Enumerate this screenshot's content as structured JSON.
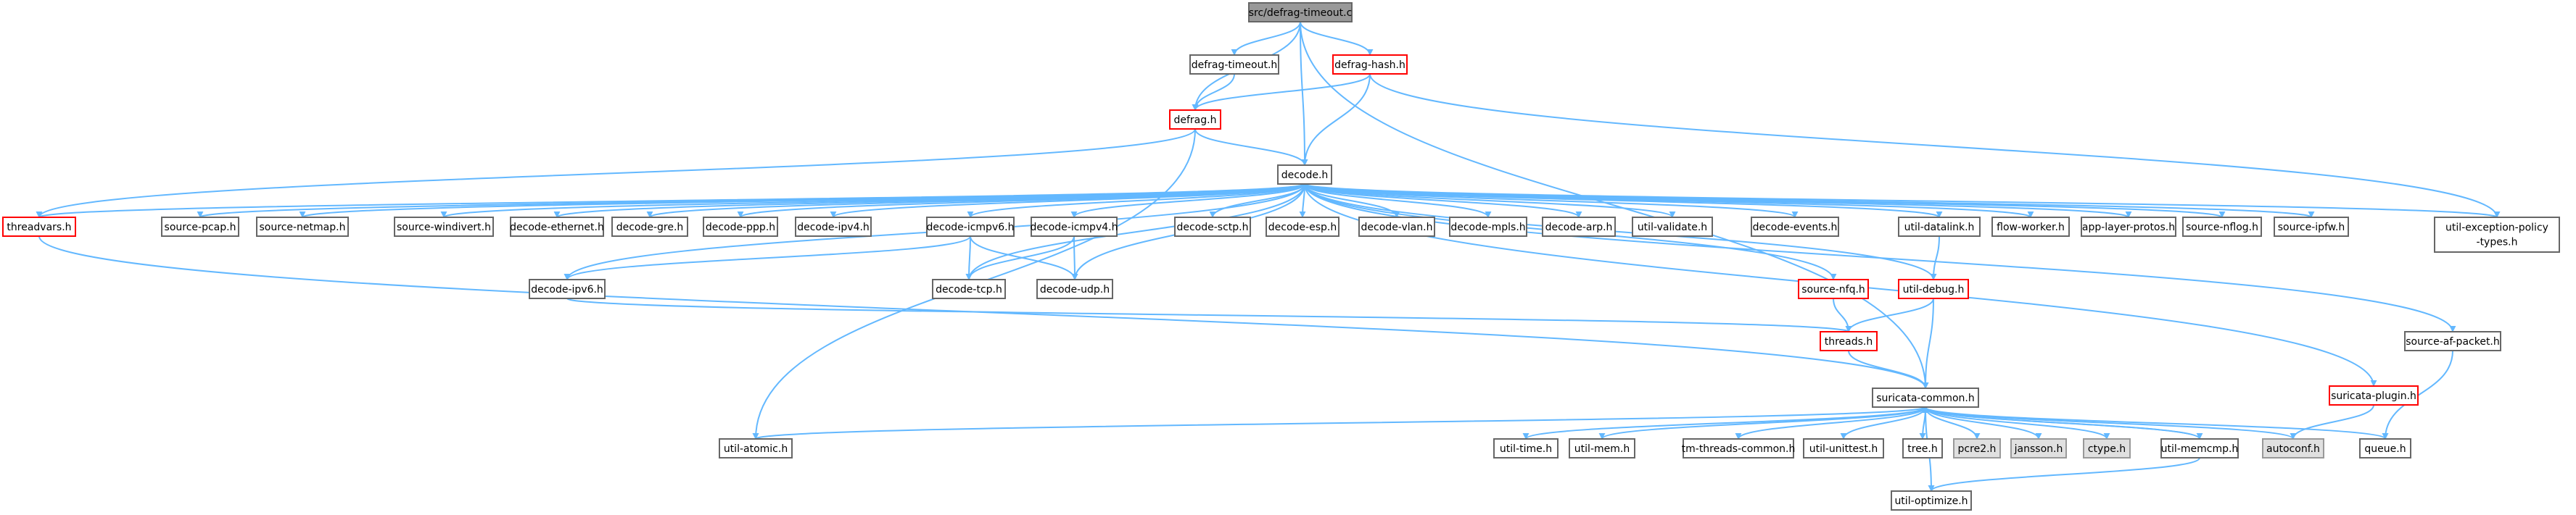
{
  "colors": {
    "edge": "#63b8ff",
    "node_border": "#666666",
    "node_fill": "#ffffff",
    "focus_fill": "#999999",
    "focus_border": "#666666",
    "missing_border": "#ff0000",
    "system_fill": "#e0e0e0",
    "system_border": "#999999"
  },
  "nodes": [
    {
      "id": "defrag-timeout-c",
      "label": "src/defrag-timeout.c",
      "kind": "focus"
    },
    {
      "id": "defrag-timeout-h",
      "label": "defrag-timeout.h",
      "kind": "normal"
    },
    {
      "id": "defrag-hash-h",
      "label": "defrag-hash.h",
      "kind": "missing"
    },
    {
      "id": "defrag-h",
      "label": "defrag.h",
      "kind": "missing"
    },
    {
      "id": "decode-h",
      "label": "decode.h",
      "kind": "normal"
    },
    {
      "id": "threadvars-h",
      "label": "threadvars.h",
      "kind": "missing"
    },
    {
      "id": "source-pcap-h",
      "label": "source-pcap.h",
      "kind": "normal"
    },
    {
      "id": "source-netmap-h",
      "label": "source-netmap.h",
      "kind": "normal"
    },
    {
      "id": "source-windivert-h",
      "label": "source-windivert.h",
      "kind": "normal"
    },
    {
      "id": "decode-ethernet-h",
      "label": "decode-ethernet.h",
      "kind": "normal"
    },
    {
      "id": "decode-gre-h",
      "label": "decode-gre.h",
      "kind": "normal"
    },
    {
      "id": "decode-ppp-h",
      "label": "decode-ppp.h",
      "kind": "normal"
    },
    {
      "id": "decode-ipv4-h",
      "label": "decode-ipv4.h",
      "kind": "normal"
    },
    {
      "id": "decode-icmpv6-h",
      "label": "decode-icmpv6.h",
      "kind": "normal"
    },
    {
      "id": "decode-icmpv4-h",
      "label": "decode-icmpv4.h",
      "kind": "normal"
    },
    {
      "id": "decode-sctp-h",
      "label": "decode-sctp.h",
      "kind": "normal"
    },
    {
      "id": "decode-esp-h",
      "label": "decode-esp.h",
      "kind": "normal"
    },
    {
      "id": "decode-vlan-h",
      "label": "decode-vlan.h",
      "kind": "normal"
    },
    {
      "id": "decode-mpls-h",
      "label": "decode-mpls.h",
      "kind": "normal"
    },
    {
      "id": "decode-arp-h",
      "label": "decode-arp.h",
      "kind": "normal"
    },
    {
      "id": "util-validate-h",
      "label": "util-validate.h",
      "kind": "normal"
    },
    {
      "id": "decode-events-h",
      "label": "decode-events.h",
      "kind": "normal"
    },
    {
      "id": "util-datalink-h",
      "label": "util-datalink.h",
      "kind": "normal"
    },
    {
      "id": "flow-worker-h",
      "label": "flow-worker.h",
      "kind": "normal"
    },
    {
      "id": "app-layer-protos-h",
      "label": "app-layer-protos.h",
      "kind": "normal"
    },
    {
      "id": "source-nflog-h",
      "label": "source-nflog.h",
      "kind": "normal"
    },
    {
      "id": "source-ipfw-h",
      "label": "source-ipfw.h",
      "kind": "normal"
    },
    {
      "id": "util-exception-policy-types-h",
      "label": "util-exception-policy",
      "label2": "-types.h",
      "kind": "normal"
    },
    {
      "id": "decode-ipv6-h",
      "label": "decode-ipv6.h",
      "kind": "normal"
    },
    {
      "id": "decode-tcp-h",
      "label": "decode-tcp.h",
      "kind": "normal"
    },
    {
      "id": "decode-udp-h",
      "label": "decode-udp.h",
      "kind": "normal"
    },
    {
      "id": "source-nfq-h",
      "label": "source-nfq.h",
      "kind": "missing"
    },
    {
      "id": "util-debug-h",
      "label": "util-debug.h",
      "kind": "missing"
    },
    {
      "id": "threads-h",
      "label": "threads.h",
      "kind": "missing"
    },
    {
      "id": "source-af-packet-h",
      "label": "source-af-packet.h",
      "kind": "normal"
    },
    {
      "id": "suricata-common-h",
      "label": "suricata-common.h",
      "kind": "normal"
    },
    {
      "id": "suricata-plugin-h",
      "label": "suricata-plugin.h",
      "kind": "missing"
    },
    {
      "id": "util-atomic-h",
      "label": "util-atomic.h",
      "kind": "normal"
    },
    {
      "id": "util-time-h",
      "label": "util-time.h",
      "kind": "normal"
    },
    {
      "id": "util-mem-h",
      "label": "util-mem.h",
      "kind": "normal"
    },
    {
      "id": "tm-threads-common-h",
      "label": "tm-threads-common.h",
      "kind": "normal"
    },
    {
      "id": "util-unittest-h",
      "label": "util-unittest.h",
      "kind": "normal"
    },
    {
      "id": "tree-h",
      "label": "tree.h",
      "kind": "normal"
    },
    {
      "id": "pcre2-h",
      "label": "pcre2.h",
      "kind": "system"
    },
    {
      "id": "jansson-h",
      "label": "jansson.h",
      "kind": "system"
    },
    {
      "id": "ctype-h",
      "label": "ctype.h",
      "kind": "system"
    },
    {
      "id": "util-memcmp-h",
      "label": "util-memcmp.h",
      "kind": "normal"
    },
    {
      "id": "autoconf-h",
      "label": "autoconf.h",
      "kind": "system"
    },
    {
      "id": "queue-h",
      "label": "queue.h",
      "kind": "normal"
    },
    {
      "id": "util-optimize-h",
      "label": "util-optimize.h",
      "kind": "normal"
    }
  ],
  "edges": [
    [
      "defrag-timeout-c",
      "defrag-timeout-h"
    ],
    [
      "defrag-timeout-c",
      "defrag-hash-h"
    ],
    [
      "defrag-timeout-c",
      "defrag-h"
    ],
    [
      "defrag-timeout-c",
      "decode-h"
    ],
    [
      "defrag-timeout-c",
      "suricata-common-h"
    ],
    [
      "defrag-timeout-h",
      "defrag-h"
    ],
    [
      "defrag-hash-h",
      "defrag-h"
    ],
    [
      "defrag-hash-h",
      "decode-h"
    ],
    [
      "defrag-hash-h",
      "util-exception-policy-types-h"
    ],
    [
      "defrag-h",
      "decode-h"
    ],
    [
      "defrag-h",
      "threadvars-h"
    ],
    [
      "defrag-h",
      "util-atomic-h"
    ],
    [
      "decode-h",
      "threadvars-h"
    ],
    [
      "decode-h",
      "source-pcap-h"
    ],
    [
      "decode-h",
      "source-netmap-h"
    ],
    [
      "decode-h",
      "source-windivert-h"
    ],
    [
      "decode-h",
      "decode-ethernet-h"
    ],
    [
      "decode-h",
      "decode-gre-h"
    ],
    [
      "decode-h",
      "decode-ppp-h"
    ],
    [
      "decode-h",
      "decode-ipv4-h"
    ],
    [
      "decode-h",
      "decode-icmpv6-h"
    ],
    [
      "decode-h",
      "decode-icmpv4-h"
    ],
    [
      "decode-h",
      "decode-sctp-h"
    ],
    [
      "decode-h",
      "decode-esp-h"
    ],
    [
      "decode-h",
      "decode-vlan-h"
    ],
    [
      "decode-h",
      "decode-mpls-h"
    ],
    [
      "decode-h",
      "decode-arp-h"
    ],
    [
      "decode-h",
      "util-validate-h"
    ],
    [
      "decode-h",
      "decode-events-h"
    ],
    [
      "decode-h",
      "util-datalink-h"
    ],
    [
      "decode-h",
      "flow-worker-h"
    ],
    [
      "decode-h",
      "app-layer-protos-h"
    ],
    [
      "decode-h",
      "source-nflog-h"
    ],
    [
      "decode-h",
      "source-ipfw-h"
    ],
    [
      "decode-h",
      "util-exception-policy-types-h"
    ],
    [
      "decode-h",
      "decode-ipv6-h"
    ],
    [
      "decode-h",
      "decode-tcp-h"
    ],
    [
      "decode-h",
      "decode-udp-h"
    ],
    [
      "decode-h",
      "source-nfq-h"
    ],
    [
      "decode-h",
      "util-debug-h"
    ],
    [
      "decode-h",
      "source-af-packet-h"
    ],
    [
      "decode-h",
      "suricata-plugin-h"
    ],
    [
      "decode-icmpv6-h",
      "decode-ipv6-h"
    ],
    [
      "decode-icmpv6-h",
      "decode-tcp-h"
    ],
    [
      "decode-icmpv6-h",
      "decode-udp-h"
    ],
    [
      "decode-icmpv4-h",
      "decode-tcp-h"
    ],
    [
      "decode-icmpv4-h",
      "decode-udp-h"
    ],
    [
      "util-datalink-h",
      "util-debug-h"
    ],
    [
      "source-nfq-h",
      "threads-h"
    ],
    [
      "util-debug-h",
      "threads-h"
    ],
    [
      "util-debug-h",
      "suricata-common-h"
    ],
    [
      "threadvars-h",
      "suricata-common-h"
    ],
    [
      "decode-ipv6-h",
      "threads-h"
    ],
    [
      "threads-h",
      "suricata-common-h"
    ],
    [
      "source-af-packet-h",
      "queue-h"
    ],
    [
      "suricata-plugin-h",
      "autoconf-h"
    ],
    [
      "suricata-common-h",
      "util-atomic-h"
    ],
    [
      "suricata-common-h",
      "util-time-h"
    ],
    [
      "suricata-common-h",
      "util-mem-h"
    ],
    [
      "suricata-common-h",
      "tm-threads-common-h"
    ],
    [
      "suricata-common-h",
      "util-unittest-h"
    ],
    [
      "suricata-common-h",
      "tree-h"
    ],
    [
      "suricata-common-h",
      "pcre2-h"
    ],
    [
      "suricata-common-h",
      "jansson-h"
    ],
    [
      "suricata-common-h",
      "ctype-h"
    ],
    [
      "suricata-common-h",
      "util-memcmp-h"
    ],
    [
      "suricata-common-h",
      "autoconf-h"
    ],
    [
      "suricata-common-h",
      "queue-h"
    ],
    [
      "suricata-common-h",
      "util-optimize-h"
    ],
    [
      "util-memcmp-h",
      "suricata-common-h"
    ],
    [
      "util-memcmp-h",
      "util-optimize-h"
    ]
  ]
}
